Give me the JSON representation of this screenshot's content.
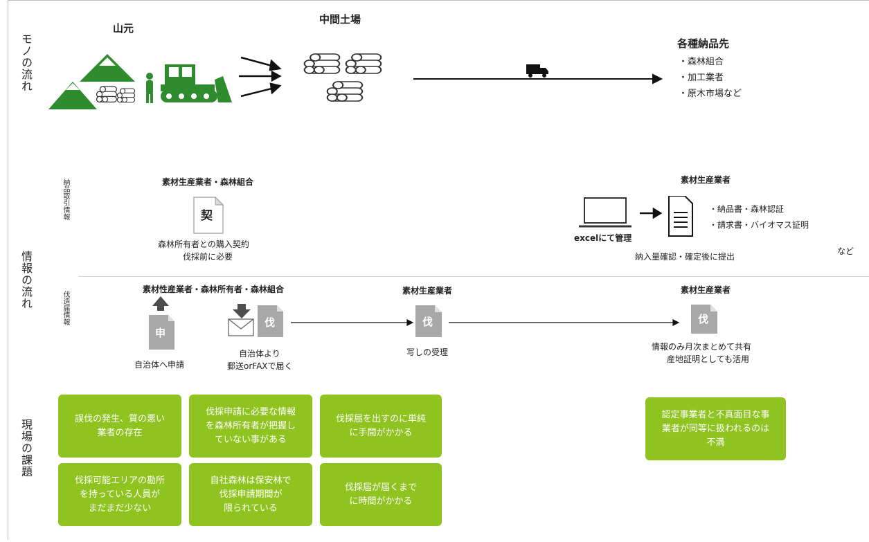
{
  "labels": {
    "row_goods": "モノの流れ",
    "row_info": "情報の流れ",
    "row_issues": "現場の課題",
    "sub_delivery": "納品取引情報",
    "sub_felling": "伐造届情報"
  },
  "goods": {
    "yamamoto": "山元",
    "chukan": "中間土場",
    "destinations_title": "各種納品先",
    "destinations": [
      "・森林組合",
      "・加工業者",
      "・原木市場など"
    ]
  },
  "delivery": {
    "left_title": "素材生産業者・森林組合",
    "doc_char": "契",
    "left_caption_1": "森林所有者との購入契約",
    "left_caption_2": "伐採前に必要",
    "right_title": "素材生産業者",
    "excel_label": "excelにて管理",
    "right_items": [
      "・納品書・森林認証",
      "・請求書・バイオマス証明"
    ],
    "right_caption": "納入量確認・確定後に提出",
    "etc": "など"
  },
  "felling": {
    "left_title": "素材性産業者・森林所有者・森林組合",
    "apply_char": "申",
    "apply_caption": "自治体へ申請",
    "receive_char": "伐",
    "receive_caption_1": "自治体より",
    "receive_caption_2": "郵送orFAXで届く",
    "mid_title": "素材生産業者",
    "mid_char": "伐",
    "mid_caption": "写しの受理",
    "right_title": "素材生産業者",
    "right_char": "伐",
    "right_caption_1": "情報のみ月次まとめて共有",
    "right_caption_2": "産地証明としても活用"
  },
  "issues": [
    "誤伐の発生、質の悪い\n業者の存在",
    "伐採申請に必要な情報\nを森林所有者が把握し\nていない事がある",
    "伐採届を出すのに単純\nに手間がかかる",
    "伐採可能エリアの勘所\nを持っている人員が\nまだまだ少ない",
    "自社森林は保安林で\n伐採申請期間が\n限られている",
    "伐採届が届くまで\nに時間がかかる",
    "認定事業者と不真面目な事\n業者が同等に扱われるのは\n不満"
  ],
  "colors": {
    "accent_green": "#8fc31f",
    "forest_green": "#2e8b2e",
    "doc_gray": "#a8a8a8"
  },
  "icons": [
    "mountain-icon",
    "log-pile-icon",
    "worker-icon",
    "bulldozer-icon",
    "arrow-icon",
    "truck-icon",
    "document-icon",
    "laptop-icon",
    "envelope-icon",
    "up-arrow-icon",
    "down-arrow-icon"
  ]
}
